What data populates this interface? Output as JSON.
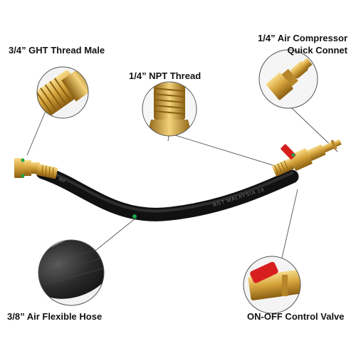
{
  "labels": {
    "ght_thread": "3/4” GHT Thread Male",
    "npt_thread": "1/4” NPT  Thread",
    "quick_connect_line1": "1/4” Air Compressor",
    "quick_connect_line2": "Quick Connet",
    "hose": "3/8” Air Flexible Hose",
    "valve": "ON-OFF Control Valve"
  },
  "hose_print": "BGT  MALAYSIA  19",
  "colors": {
    "brass": "#d6a43c",
    "brass_dark": "#9c6f1a",
    "hose": "#1c1c1c",
    "valve_handle": "#d81f1f",
    "marker": "#18a84a",
    "leader_line": "#555555"
  }
}
